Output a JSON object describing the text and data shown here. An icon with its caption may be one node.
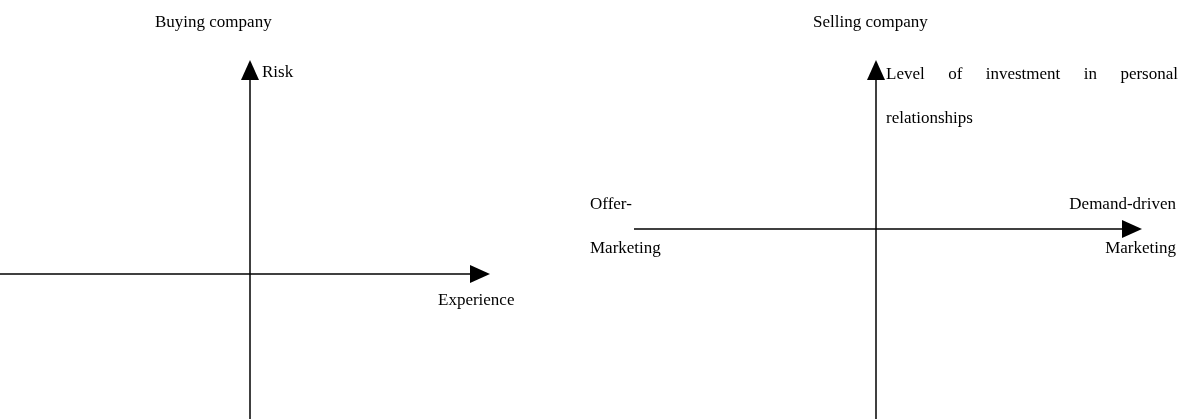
{
  "diagram": {
    "labels": [
      "Buying company",
      "Risk",
      "Experience",
      "Selling company",
      "Level of investment in personal relationships",
      "Offer- Marketing",
      "Demand-driven Marketing"
    ]
  }
}
